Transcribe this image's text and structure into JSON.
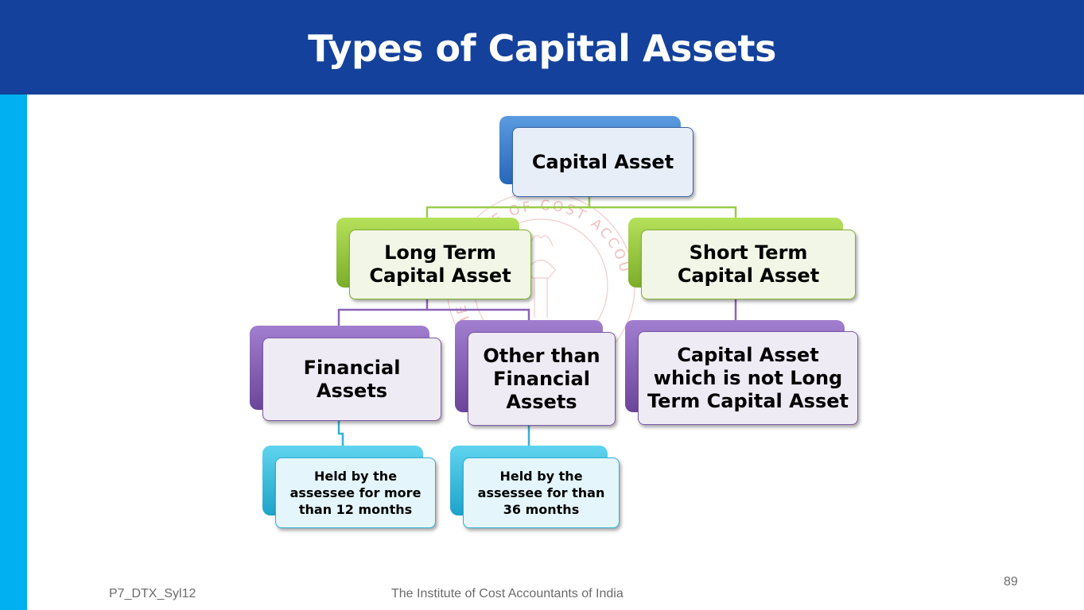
{
  "header": {
    "title": "Types of Capital Assets"
  },
  "diagram": {
    "root": "Capital Asset",
    "long_term": "Long Term Capital Asset",
    "short_term": "Short Term Capital Asset",
    "financial": "Financial Assets",
    "other_than_financial": "Other than Financial Assets",
    "short_term_desc": "Capital Asset which is not Long Term Capital Asset",
    "financial_desc": "Held by the assessee for more than 12 months",
    "other_desc": "Held by the assessee for than 36 months"
  },
  "watermark": {
    "text": "THE INSTITUTE OF COST ACCOUNTANTS OF INDIA"
  },
  "footer": {
    "code": "P7_DTX_Syl12",
    "institute": "The Institute of Cost Accountants of India",
    "page_number": "89"
  },
  "colors": {
    "header_bg": "#14419b",
    "left_bar": "#00b0f0",
    "level1": "#2766b8",
    "level2": "#7cad2a",
    "level3": "#6b4599",
    "level4": "#1ea3c9"
  }
}
